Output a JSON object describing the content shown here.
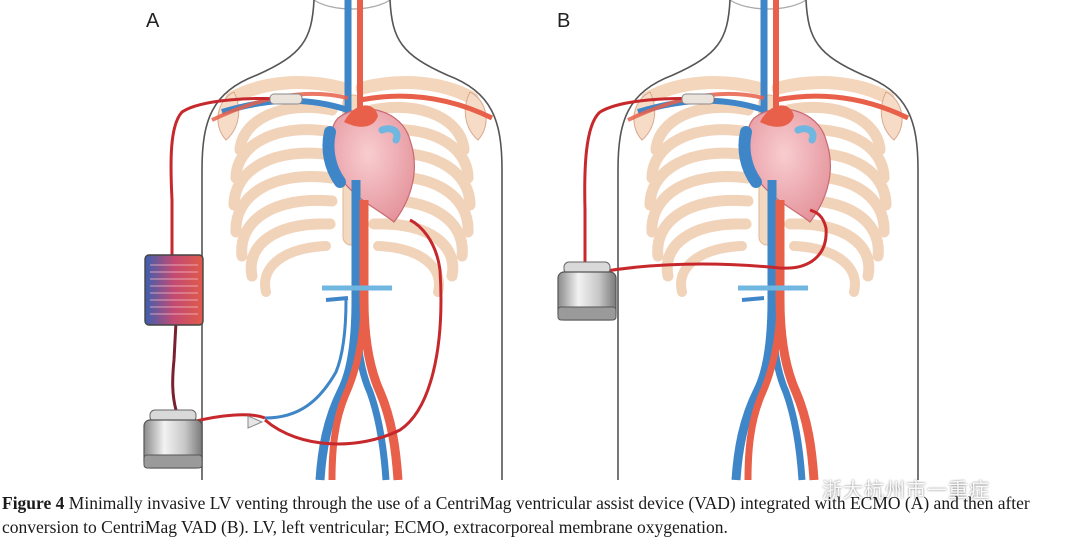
{
  "panels": {
    "a_label": "A",
    "b_label": "B"
  },
  "caption": {
    "label": "Figure 4",
    "text": " Minimally invasive LV venting through the use of a CentriMag ventricular assist device (VAD) integrated with ECMO (A) and then after conversion to CentriMag VAD (B). LV, left ventricular; ECMO, extracorporeal membrane oxygenation."
  },
  "watermark": {
    "text": "浙大杭州市一重症"
  },
  "colors": {
    "background": "#ffffff",
    "artery": "#e8604a",
    "vein": "#3f86c8",
    "heart": "#f2b3b8",
    "bone": "#f6dcc6",
    "cannula": "#c7282c"
  }
}
